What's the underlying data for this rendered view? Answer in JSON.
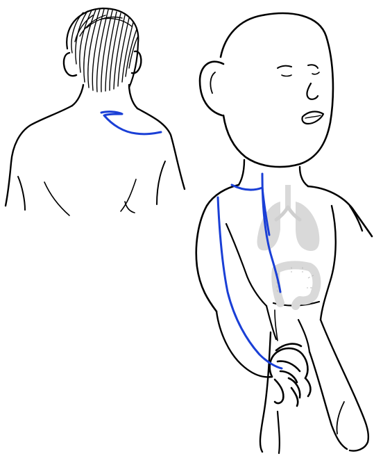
{
  "colors": {
    "background": "#ffffff",
    "line": "#000000",
    "meridian": "#1a3fd6",
    "organs": "#d9d9d9",
    "organ_outline": "#bdbdbd"
  },
  "figures": [
    {
      "name": "back-view-figure",
      "view": "back",
      "hair": "spiky"
    },
    {
      "name": "front-view-figure",
      "view": "front",
      "hair": "none"
    }
  ],
  "highlighted_organs": [
    "lung-icon",
    "large-intestine-icon"
  ],
  "meridian_segments": [
    "back-shoulder-path",
    "front-shoulder-path",
    "torso-descending-path",
    "arm-descending-path"
  ]
}
